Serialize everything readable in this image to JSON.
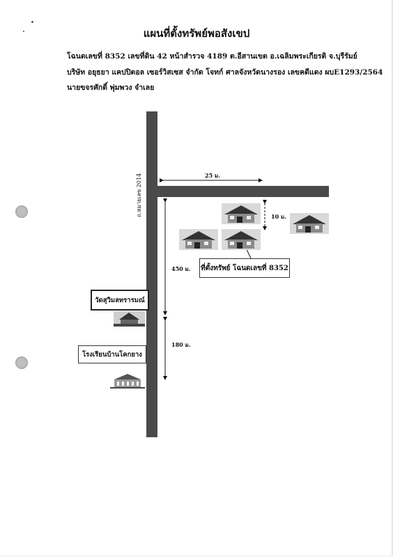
{
  "title": "แผนที่ตั้งทรัพย์พอสังเขป",
  "header": {
    "line1": "โฉนดเลขที่ 8352 เลขที่ดิน 42 หน้าสำรวจ 4189 ต.อีสานเขต อ.เฉลิมพระเกียรติ จ.บุรีรัมย์",
    "line2": "บริษัท อยุธยา แคปปิตอล เซอร์วิสเซส จำกัด โจทก์  ศาลจังหวัดนางรอง เลขคดีแดง ผบE1293/2564",
    "line3": "นายขจรศักดิ์ พุ่มพวง จำเลย"
  },
  "map": {
    "road_label": "ถ.หมายเลข 2014",
    "dim_25": "25 ม.",
    "dim_10": "10 ม.",
    "dim_450": "450 ม.",
    "dim_180": "180 ม.",
    "property_label": "ที่ตั้งทรัพย์ โฉนดเลขที่ 8352",
    "temple_label": "วัดสุวิมลทรารมณ์",
    "school_label": "โรงเรียนบ้านโคกยาง"
  }
}
